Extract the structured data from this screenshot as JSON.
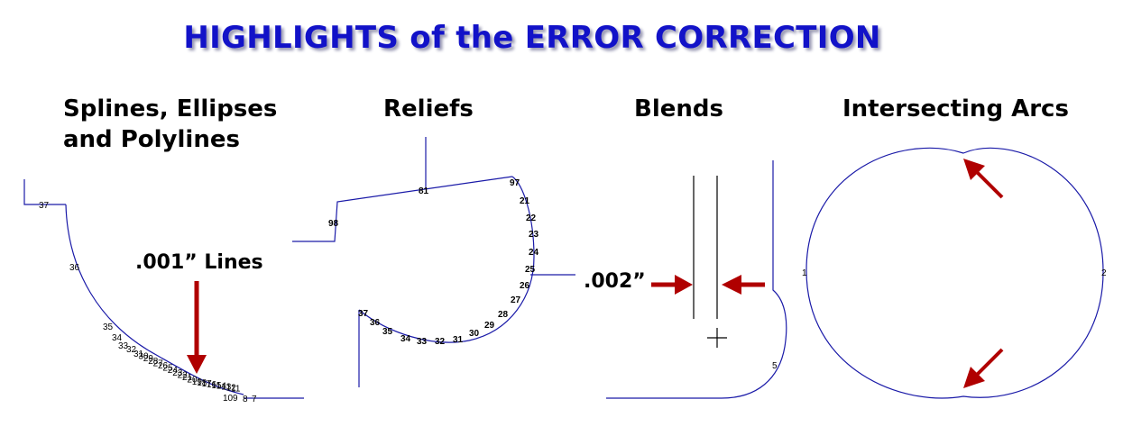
{
  "title": "HIGHLIGHTS of the ERROR CORRECTION",
  "sections": {
    "splines": {
      "heading": "Splines, Ellipses and Polylines",
      "callout": ".001” Lines"
    },
    "reliefs": {
      "heading": "Reliefs"
    },
    "blends": {
      "heading": "Blends",
      "callout": ".002”"
    },
    "arcs": {
      "heading": "Intersecting Arcs"
    }
  },
  "colors": {
    "title": "#1212c8",
    "arrow": "#b00000",
    "line": "#1a1aa8"
  },
  "point_labels": {
    "splines_chain": [
      "37",
      "36",
      "35",
      "34",
      "33",
      "32",
      "31",
      "30",
      "29",
      "28",
      "27",
      "26",
      "25",
      "24",
      "23",
      "22",
      "21",
      "20",
      "19",
      "18",
      "17",
      "16",
      "15",
      "14",
      "13",
      "12",
      "11",
      "10",
      "9",
      "8",
      "7"
    ],
    "reliefs_top": [
      "98",
      "81",
      "97"
    ],
    "reliefs_right": [
      "21",
      "22",
      "23",
      "24",
      "25",
      "26",
      "27",
      "28",
      "29",
      "30",
      "31",
      "32",
      "33",
      "34",
      "35",
      "36",
      "37"
    ],
    "blends": [
      "5"
    ],
    "arcs": [
      "1",
      "2"
    ]
  }
}
